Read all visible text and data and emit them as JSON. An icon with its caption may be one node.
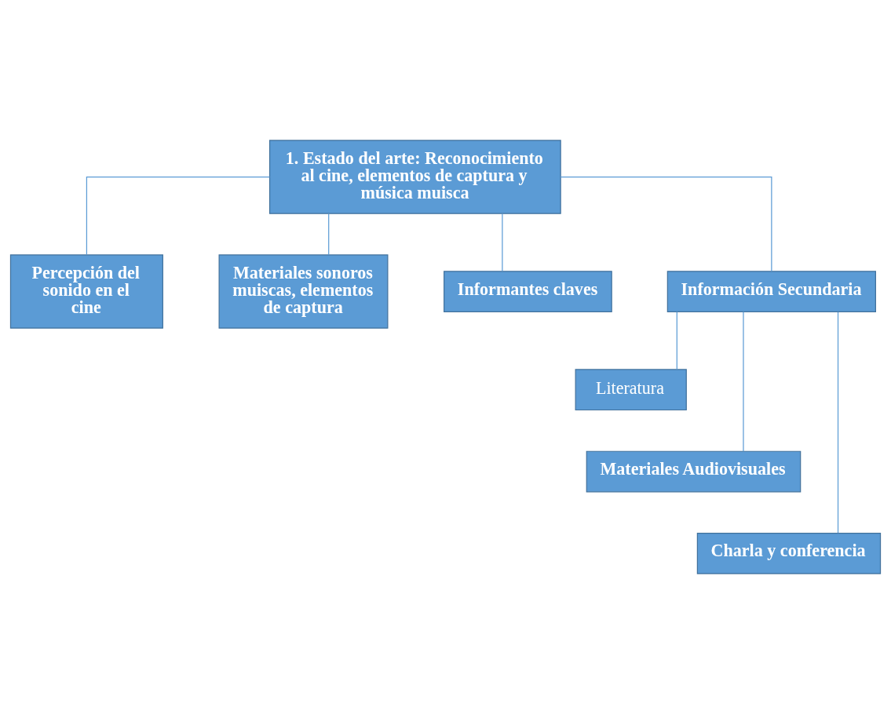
{
  "diagram": {
    "nodes": [
      {
        "text": [
          "1. Estado del arte: Reconocimiento al cine, elementos de captura y música muisca"
        ]
      },
      {
        "text": [
          "Percepción del sonido en el cine"
        ]
      },
      {
        "text": [
          "Materiales sonoros muiscas, elementos de captura"
        ]
      },
      {
        "text": [
          "Informantes claves"
        ]
      },
      {
        "text": [
          "Información Secundaria"
        ]
      },
      {
        "text": [
          "Literatura"
        ]
      },
      {
        "text": [
          "Materiales Audiovisuales"
        ]
      },
      {
        "text": [
          "Charla y conferencia"
        ]
      }
    ],
    "edges": [
      {
        "from": 0,
        "to": 1,
        "arrow": "none"
      },
      {
        "from": 0,
        "to": 2,
        "arrow": "none"
      },
      {
        "from": 0,
        "to": 3,
        "arrow": "none"
      },
      {
        "from": 0,
        "to": 4,
        "arrow": "none"
      },
      {
        "from": 4,
        "to": 5,
        "arrow": "none"
      },
      {
        "from": 4,
        "to": 6,
        "arrow": "none"
      },
      {
        "from": 4,
        "to": 7,
        "arrow": "none"
      }
    ]
  }
}
